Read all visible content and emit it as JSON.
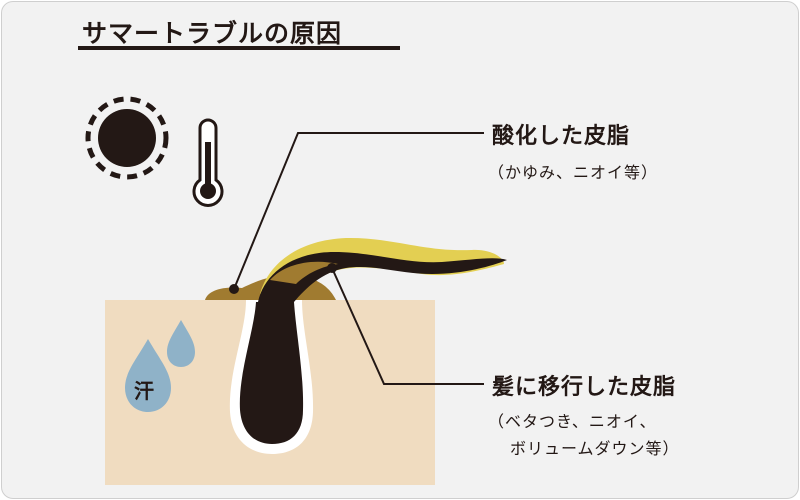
{
  "title": "サマートラブルの原因",
  "callouts": {
    "oxidized": {
      "title": "酸化した皮脂",
      "detail": "（かゆみ、ニオイ等）"
    },
    "migrated": {
      "title": "髪に移行した皮脂",
      "detail_line1": "（ベタつき、ニオイ、",
      "detail_line2": "ボリュームダウン等）"
    }
  },
  "sweat_label": "汗",
  "icons": [
    "sun-icon",
    "thermometer-icon",
    "water-drop-icon"
  ],
  "colors": {
    "background": "#f2f2f2",
    "ink": "#231815",
    "skin": "#f0dcc0",
    "sebum": "#a07b30",
    "hair_gloss": "#e3cf52",
    "sweat": "#8fb2c8"
  }
}
